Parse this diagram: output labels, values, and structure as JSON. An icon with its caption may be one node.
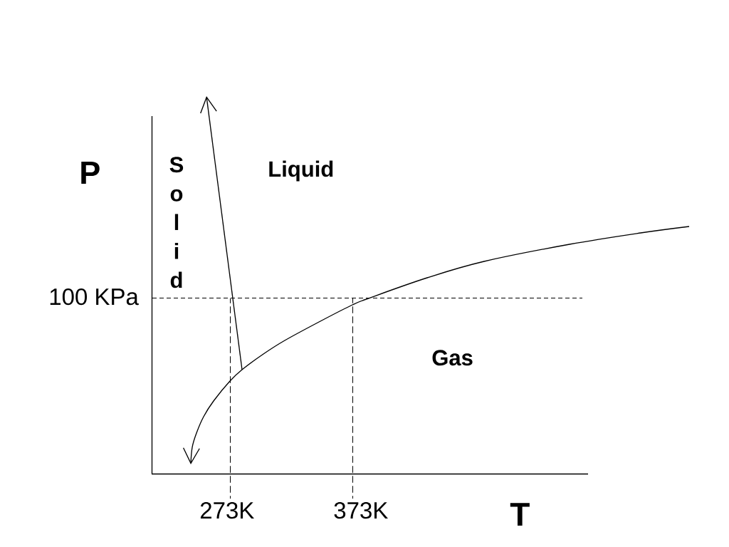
{
  "diagram": {
    "labels": [
      "P",
      "Solid",
      "Liquid",
      "100 KPa",
      "Gas",
      "273K",
      "373K",
      "T"
    ]
  }
}
